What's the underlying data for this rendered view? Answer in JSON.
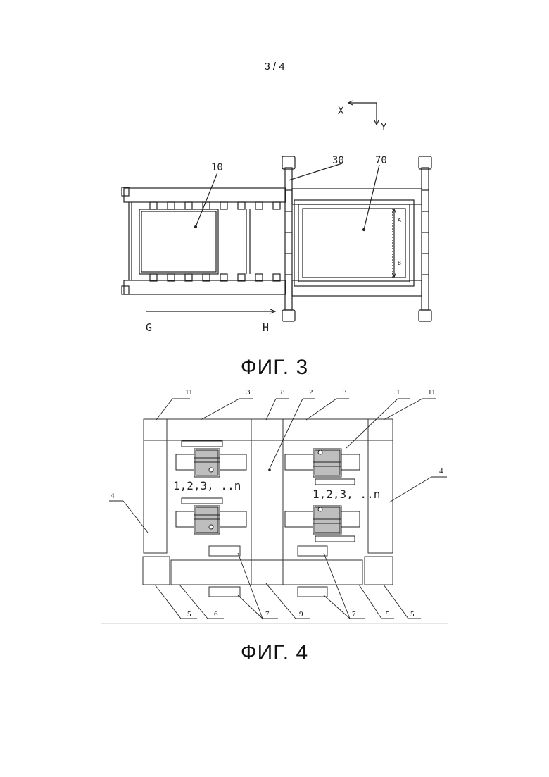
{
  "page": {
    "number": "3 / 4"
  },
  "figure3": {
    "caption": "ФИГ. 3",
    "axis_x": "X",
    "axis_y": "Y",
    "ref_10": "10",
    "ref_30": "30",
    "ref_70": "70",
    "dim_a": "A",
    "dim_b": "B",
    "dir_g": "G",
    "dir_h": "H"
  },
  "figure4": {
    "caption": "ФИГ. 4",
    "labels": {
      "l11_left": "11",
      "l3_left": "3",
      "l8": "8",
      "l2": "2",
      "l3_right": "3",
      "l1": "1",
      "l11_right": "11",
      "l4_left": "4",
      "l4_right": "4",
      "l5_a": "5",
      "l6": "6",
      "l7_a": "7",
      "l9": "9",
      "l7_b": "7",
      "l5_b": "5",
      "l5_c": "5"
    },
    "seq_left": "1,2,3, ..n",
    "seq_right": "1,2,3, ..n"
  }
}
